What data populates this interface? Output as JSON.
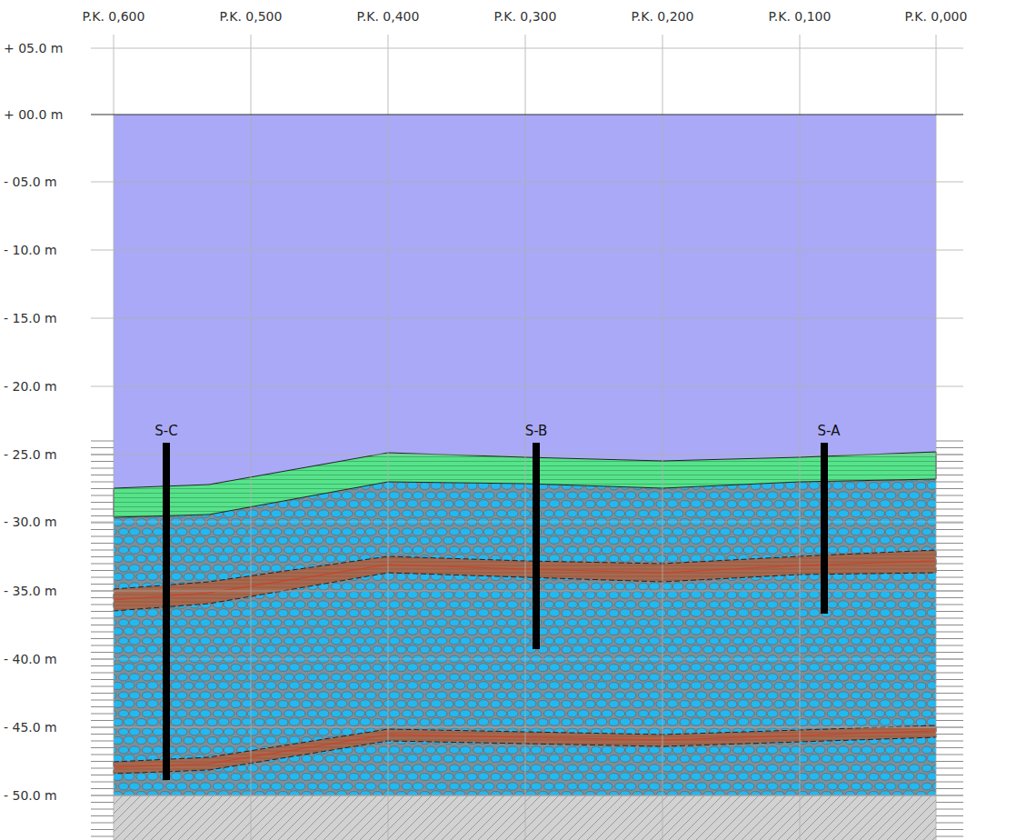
{
  "diagram": {
    "labels": [
      "P.K. 0,600",
      "P.K. 0,500",
      "P.K. 0,400",
      "P.K. 0,300",
      "P.K. 0,200",
      "P.K. 0,100",
      "P.K. 0,000",
      "+ 05.0 m",
      "+ 00.0 m",
      "- 05.0 m",
      "- 10.0 m",
      "- 15.0 m",
      "- 20.0 m",
      "- 25.0 m",
      "- 30.0 m",
      "- 35.0 m",
      "- 40.0 m",
      "- 45.0 m",
      "- 50.0 m",
      "S-C",
      "S-B",
      "S-A"
    ]
  }
}
